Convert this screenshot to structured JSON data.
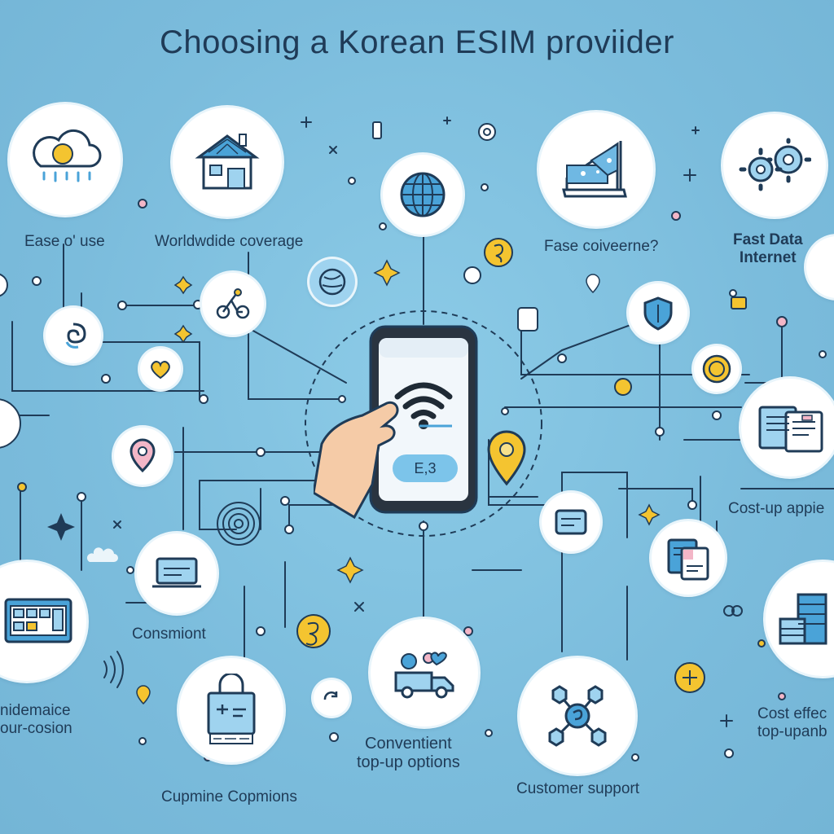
{
  "title": "Choosing a Korean ESIM proviider",
  "phone": {
    "button_label": "E,3"
  },
  "labels": {
    "ease_of_use": "Ease o' use",
    "worldwide_coverage": "Worldwdide coverage",
    "fase_coiveerne": "Fase coiveerne?",
    "fast_data_line1": "Fast Data",
    "fast_data_line2": "Internet",
    "cost_up": "Cost-up appie",
    "consmiont": "Consmiont",
    "nidemaice_line1": "nidemaice",
    "nidemaice_line2": "our-cosion",
    "convenient_line1": "Conventient",
    "convenient_line2": "top-up options",
    "customer_support": "Customer support",
    "cupmine": "Cupmine Copmions",
    "cost_effect_line1": "Cost effec",
    "cost_effect_line2": "top-upanb"
  },
  "colors": {
    "background": "#7fc0e0",
    "wire": "#1f3b57",
    "accent_blue": "#4aa3d8",
    "gold": "#f4c430",
    "pink": "#f3b6c7"
  }
}
